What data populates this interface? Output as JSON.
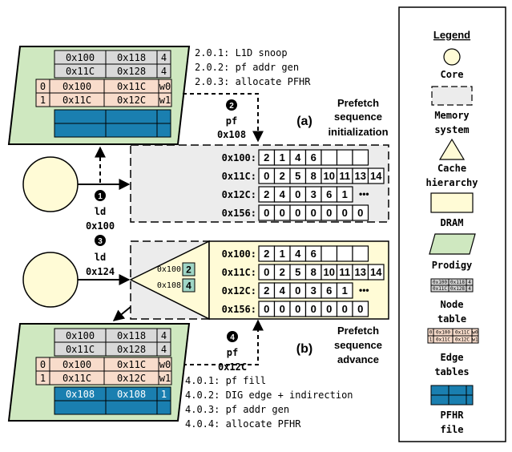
{
  "top_prodigy": {
    "node_rows": [
      [
        "0x100",
        "0x118",
        "4"
      ],
      [
        "0x11C",
        "0x128",
        "4"
      ]
    ],
    "edge_rows": [
      [
        "0",
        "0x100",
        "0x11C",
        "w0"
      ],
      [
        "1",
        "0x11C",
        "0x12C",
        "w1"
      ]
    ],
    "pfhr_rows": [
      [
        "",
        "",
        ""
      ],
      [
        "",
        "",
        ""
      ]
    ]
  },
  "bottom_prodigy": {
    "node_rows": [
      [
        "0x100",
        "0x118",
        "4"
      ],
      [
        "0x11C",
        "0x128",
        "4"
      ]
    ],
    "edge_rows": [
      [
        "0",
        "0x100",
        "0x11C",
        "w0"
      ],
      [
        "1",
        "0x11C",
        "0x12C",
        "w1"
      ]
    ],
    "pfhr_rows": [
      [
        "0x108",
        "0x108",
        "1"
      ],
      [
        "",
        "",
        ""
      ]
    ]
  },
  "steps_top": [
    "2.0.1: L1D snoop",
    "2.0.2: pf addr gen",
    "2.0.3: allocate PFHR"
  ],
  "steps_bottom": [
    "4.0.1: pf fill",
    "4.0.2: DIG edge + indirection",
    "4.0.3: pf addr gen",
    "4.0.4: allocate PFHR"
  ],
  "arrow2": {
    "num": "2",
    "line1": "pf",
    "line2": "0x108"
  },
  "arrow1": {
    "num": "1",
    "line1": "ld",
    "line2": "0x100"
  },
  "arrow3": {
    "num": "3",
    "line1": "ld",
    "line2": "0x124"
  },
  "arrow4": {
    "num": "4",
    "line1": "pf",
    "line2": "0x12C"
  },
  "section_a": {
    "tag": "(a)",
    "title_lines": [
      "Prefetch",
      "sequence",
      "initialization"
    ]
  },
  "section_b": {
    "tag": "(b)",
    "title_lines": [
      "Prefetch",
      "sequence",
      "advance"
    ]
  },
  "memory_rows": [
    {
      "addr": "0x100:",
      "cells": [
        "2",
        "1",
        "4",
        "6",
        "",
        "",
        ""
      ]
    },
    {
      "addr": "0x11C:",
      "cells": [
        "0",
        "2",
        "5",
        "8",
        "10",
        "11",
        "13",
        "14"
      ]
    },
    {
      "addr": "0x12C:",
      "cells": [
        "2",
        "4",
        "0",
        "3",
        "6",
        "1"
      ],
      "ellipsis": "•••"
    },
    {
      "addr": "0x156:",
      "cells": [
        "0",
        "0",
        "0",
        "0",
        "0",
        "0",
        "0"
      ]
    }
  ],
  "cache": {
    "rows": [
      {
        "addr": "0x100",
        "val": "2"
      },
      {
        "addr": "0x108",
        "val": "4"
      }
    ]
  },
  "legend": {
    "title": "Legend",
    "items": [
      {
        "label_lines": [
          "Core"
        ]
      },
      {
        "label_lines": [
          "Memory",
          "system"
        ]
      },
      {
        "label_lines": [
          "Cache",
          "hierarchy"
        ]
      },
      {
        "label_lines": [
          "DRAM"
        ]
      },
      {
        "label_lines": [
          "Prodigy"
        ]
      },
      {
        "label_lines": [
          "Node",
          "table"
        ]
      },
      {
        "label_lines": [
          "Edge",
          "tables"
        ]
      },
      {
        "label_lines": [
          "PFHR",
          "file"
        ]
      }
    ]
  },
  "colors": {
    "prodigy_fill": "#cfe8c0",
    "node_fill": "#d9d9d9",
    "edge_fill": "#f8dccb",
    "pfhr_fill": "#1a7fb0",
    "core_fill": "#fffbd6",
    "dram_fill": "#fffbd6",
    "memsys_fill": "#ececec",
    "cache_cell_fill": "#9fd6c6"
  }
}
